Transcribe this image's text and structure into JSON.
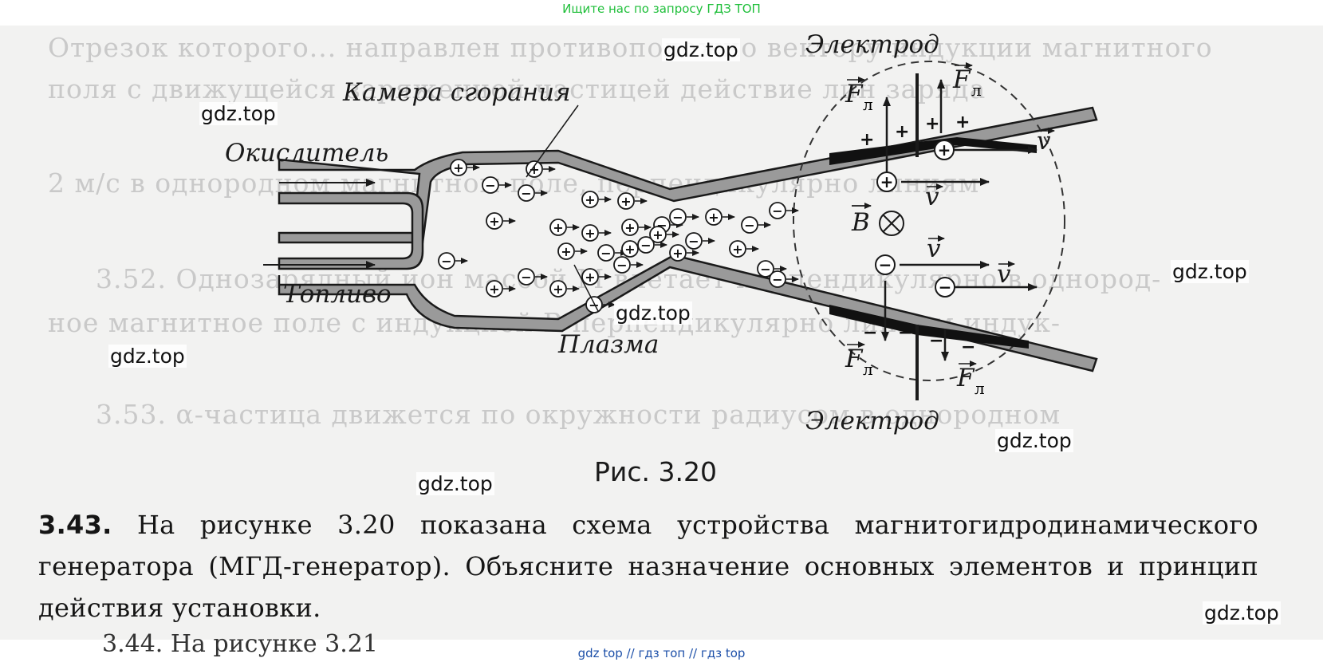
{
  "banner_top": "Ищите нас по запросу ГДЗ ТОП",
  "banner_bottom": "gdz top  //  гдз топ  //  гдз top",
  "watermark": "gdz.top",
  "figure": {
    "label_chamber": "Камера сгорания",
    "label_oxidizer": "Окислитель",
    "label_fuel": "Топливо",
    "label_plasma": "Плазма",
    "label_electrode_top": "Электрод",
    "label_electrode_bottom": "Электрод",
    "label_B": "B",
    "label_v": "v",
    "label_F": "F",
    "label_F_sub": "л",
    "caption": "Рис. 3.20"
  },
  "problem": {
    "number": "3.43.",
    "text": "На рисунке 3.20 показана схема устройства магнитогидроди­намического генератора (МГД-генератор). Объясните назначение ос­новных элементов и принцип действия установки."
  },
  "next_problem_partial": "3.44. На рисунке 3.21"
}
